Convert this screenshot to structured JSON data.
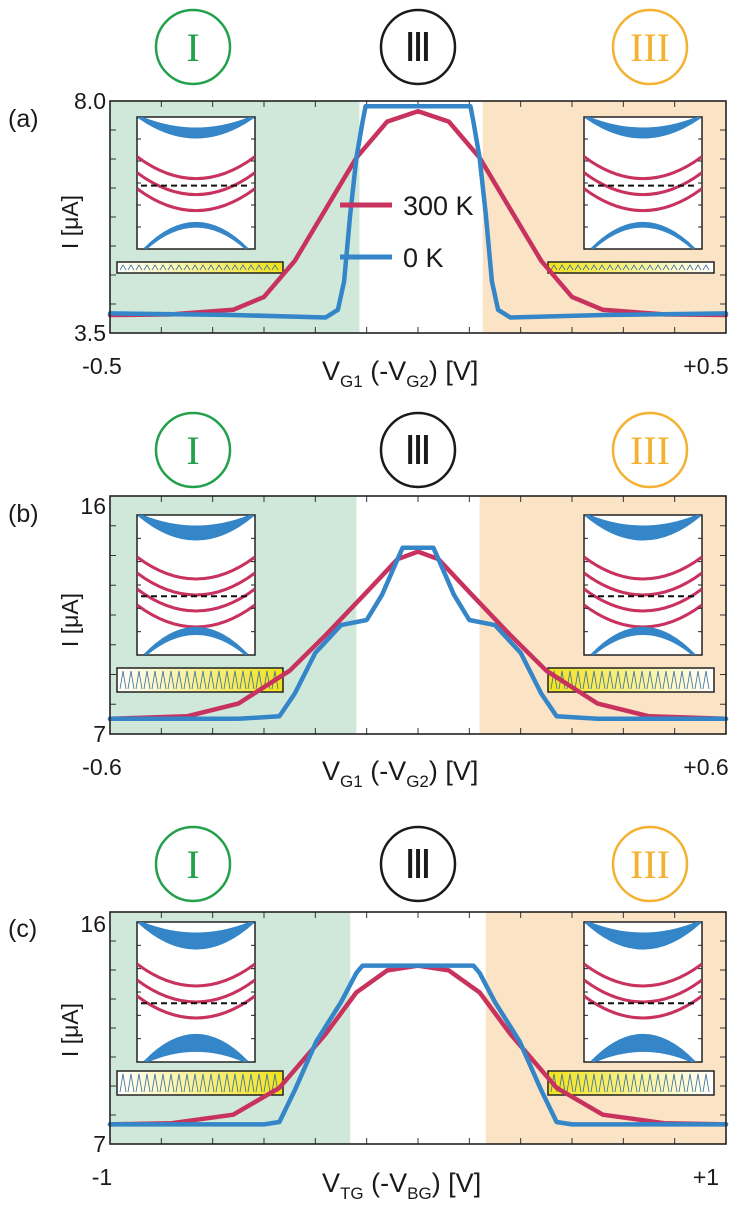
{
  "colors": {
    "red": "#c8325e",
    "blue": "#3486c8",
    "green_region": "#cfe8d9",
    "orange_region": "#fbe3c6",
    "green_label": "#22a04a",
    "orange_label": "#f4b132",
    "black_label": "#1a1a1a"
  },
  "region_labels": {
    "left": "I",
    "middle": "Ⅲ",
    "right": "III"
  },
  "legend": {
    "red": "300 K",
    "blue": "0 K"
  },
  "chart_data": [
    {
      "type": "line",
      "panel": "(a)",
      "ylabel": "I [μA]",
      "xlabel": "V_G1 (-V_G2) [V]",
      "xlabel_parts": {
        "main": "V",
        "sub1": "G1",
        "mid": " (-V",
        "sub2": "G2",
        "end": ") [V]"
      },
      "xlim": [
        -0.5,
        0.5
      ],
      "ylim": [
        3.5,
        8.0
      ],
      "xtick_left": "-0.5",
      "xtick_right": "+0.5",
      "ytick_top": "8.0",
      "ytick_bottom": "3.5",
      "regions": {
        "green": [
          -0.5,
          -0.095
        ],
        "orange": [
          0.105,
          0.5
        ]
      },
      "series": [
        {
          "name": "300 K",
          "color": "red",
          "points": [
            [
              -0.5,
              3.85
            ],
            [
              -0.4,
              3.86
            ],
            [
              -0.3,
              3.95
            ],
            [
              -0.25,
              4.2
            ],
            [
              -0.2,
              4.9
            ],
            [
              -0.15,
              5.9
            ],
            [
              -0.1,
              6.9
            ],
            [
              -0.05,
              7.6
            ],
            [
              0,
              7.8
            ],
            [
              0.05,
              7.6
            ],
            [
              0.1,
              6.9
            ],
            [
              0.15,
              5.9
            ],
            [
              0.2,
              4.9
            ],
            [
              0.25,
              4.2
            ],
            [
              0.3,
              3.95
            ],
            [
              0.4,
              3.86
            ],
            [
              0.5,
              3.85
            ]
          ]
        },
        {
          "name": "0 K",
          "color": "blue",
          "points": [
            [
              -0.5,
              3.88
            ],
            [
              -0.3,
              3.85
            ],
            [
              -0.15,
              3.8
            ],
            [
              -0.13,
              3.95
            ],
            [
              -0.12,
              4.5
            ],
            [
              -0.11,
              5.8
            ],
            [
              -0.1,
              6.9
            ],
            [
              -0.09,
              7.6
            ],
            [
              -0.085,
              7.9
            ],
            [
              0.085,
              7.9
            ],
            [
              0.09,
              7.6
            ],
            [
              0.1,
              6.9
            ],
            [
              0.11,
              5.8
            ],
            [
              0.12,
              4.5
            ],
            [
              0.13,
              3.95
            ],
            [
              0.15,
              3.8
            ],
            [
              0.3,
              3.85
            ],
            [
              0.5,
              3.88
            ]
          ]
        }
      ]
    },
    {
      "type": "line",
      "panel": "(b)",
      "ylabel": "I [μA]",
      "xlabel": "V_G1 (-V_G2) [V]",
      "xlabel_parts": {
        "main": "V",
        "sub1": "G1",
        "mid": " (-V",
        "sub2": "G2",
        "end": ") [V]"
      },
      "xlim": [
        -0.6,
        0.6
      ],
      "ylim": [
        7,
        16
      ],
      "xtick_left": "-0.6",
      "xtick_right": "+0.6",
      "ytick_top": "16",
      "ytick_bottom": "7",
      "regions": {
        "green": [
          -0.6,
          -0.12
        ],
        "orange": [
          0.12,
          0.6
        ]
      },
      "series": [
        {
          "name": "300 K",
          "color": "red",
          "points": [
            [
              -0.6,
              7.6
            ],
            [
              -0.45,
              7.7
            ],
            [
              -0.35,
              8.2
            ],
            [
              -0.25,
              9.5
            ],
            [
              -0.18,
              10.9
            ],
            [
              -0.1,
              12.6
            ],
            [
              -0.04,
              13.9
            ],
            [
              0,
              14.2
            ],
            [
              0.04,
              13.9
            ],
            [
              0.1,
              12.6
            ],
            [
              0.18,
              10.9
            ],
            [
              0.25,
              9.5
            ],
            [
              0.35,
              8.2
            ],
            [
              0.45,
              7.7
            ],
            [
              0.6,
              7.6
            ]
          ]
        },
        {
          "name": "0 K",
          "color": "blue",
          "points": [
            [
              -0.6,
              7.6
            ],
            [
              -0.35,
              7.6
            ],
            [
              -0.27,
              7.7
            ],
            [
              -0.24,
              8.6
            ],
            [
              -0.2,
              10.2
            ],
            [
              -0.15,
              11.3
            ],
            [
              -0.1,
              11.5
            ],
            [
              -0.07,
              12.5
            ],
            [
              -0.04,
              13.9
            ],
            [
              -0.03,
              14.35
            ],
            [
              0.03,
              14.35
            ],
            [
              0.04,
              13.9
            ],
            [
              0.07,
              12.5
            ],
            [
              0.1,
              11.5
            ],
            [
              0.15,
              11.3
            ],
            [
              0.2,
              10.2
            ],
            [
              0.24,
              8.6
            ],
            [
              0.27,
              7.7
            ],
            [
              0.35,
              7.6
            ],
            [
              0.6,
              7.6
            ]
          ]
        }
      ]
    },
    {
      "type": "line",
      "panel": "(c)",
      "ylabel": "I [μA]",
      "xlabel": "V_TG (-V_BG) [V]",
      "xlabel_parts": {
        "main": "V",
        "sub1": "TG",
        "mid": " (-V",
        "sub2": "BG",
        "end": ") [V]"
      },
      "xlim": [
        -1,
        1
      ],
      "ylim": [
        7,
        16
      ],
      "xtick_left": "-1",
      "xtick_right": "+1",
      "ytick_top": "16",
      "ytick_bottom": "7",
      "regions": {
        "green": [
          -1,
          -0.22
        ],
        "orange": [
          0.22,
          1
        ]
      },
      "series": [
        {
          "name": "300 K",
          "color": "red",
          "points": [
            [
              -1,
              7.8
            ],
            [
              -0.8,
              7.85
            ],
            [
              -0.6,
              8.2
            ],
            [
              -0.45,
              9.3
            ],
            [
              -0.3,
              11.5
            ],
            [
              -0.2,
              13.2
            ],
            [
              -0.1,
              14.1
            ],
            [
              0,
              14.3
            ],
            [
              0.1,
              14.1
            ],
            [
              0.2,
              13.2
            ],
            [
              0.3,
              11.5
            ],
            [
              0.45,
              9.3
            ],
            [
              0.6,
              8.2
            ],
            [
              0.8,
              7.85
            ],
            [
              1,
              7.8
            ]
          ]
        },
        {
          "name": "0 K",
          "color": "blue",
          "points": [
            [
              -1,
              7.8
            ],
            [
              -0.5,
              7.8
            ],
            [
              -0.45,
              7.9
            ],
            [
              -0.4,
              9.2
            ],
            [
              -0.33,
              11.2
            ],
            [
              -0.25,
              12.8
            ],
            [
              -0.2,
              14.0
            ],
            [
              -0.18,
              14.3
            ],
            [
              0.18,
              14.3
            ],
            [
              0.2,
              14.0
            ],
            [
              0.25,
              12.8
            ],
            [
              0.33,
              11.2
            ],
            [
              0.4,
              9.2
            ],
            [
              0.45,
              7.9
            ],
            [
              0.5,
              7.8
            ],
            [
              1,
              7.8
            ]
          ]
        }
      ]
    }
  ]
}
